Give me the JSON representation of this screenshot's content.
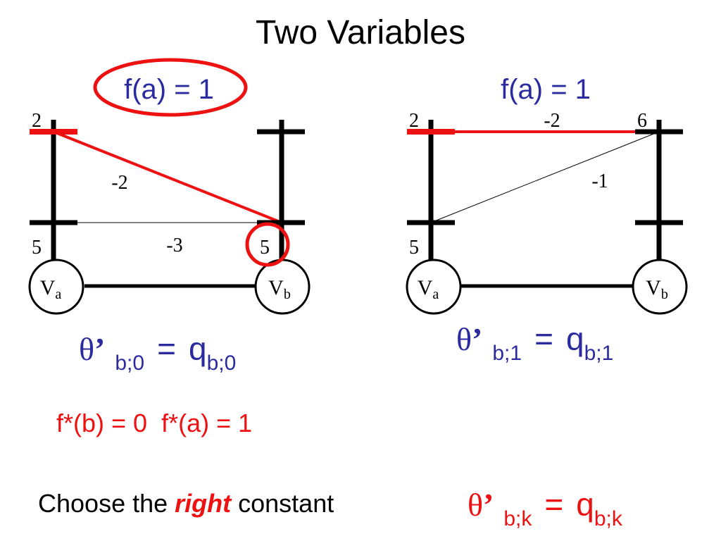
{
  "slide": {
    "title": "Two Variables",
    "left_panel": {
      "fa_label": "f(a) = 1",
      "var_a": {
        "base": "V",
        "sub": "a"
      },
      "var_b": {
        "base": "V",
        "sub": "b"
      },
      "a_top_value": "2",
      "a_bottom_value": "5",
      "b_bottom_value": "5",
      "edge_diag_label": "-2",
      "edge_flat_label": "-3",
      "equation": {
        "theta": "θ",
        "prime": "’",
        "lhs_sub": "b;0",
        "eq": "=",
        "q": "q",
        "rhs_sub": "b;0"
      },
      "fstar_label": "f*(b) = 0  f*(a) = 1"
    },
    "right_panel": {
      "fa_label": "f(a) = 1",
      "var_a": {
        "base": "V",
        "sub": "a"
      },
      "var_b": {
        "base": "V",
        "sub": "b"
      },
      "a_top_value": "2",
      "a_bottom_value": "5",
      "b_top_value": "6",
      "edge_top_label": "-2",
      "edge_diag_label": "-1",
      "equation": {
        "theta": "θ",
        "prime": "’",
        "lhs_sub": "b;1",
        "eq": "=",
        "q": "q",
        "rhs_sub": "b;1"
      }
    },
    "footer": {
      "text_before": "Choose the ",
      "text_emph": "right",
      "text_after": " constant",
      "equation": {
        "theta": "θ",
        "prime": "’",
        "lhs_sub": "b;k",
        "eq": "=",
        "q": "q",
        "rhs_sub": "b;k"
      }
    },
    "colors": {
      "accent_red": "#ee1111",
      "accent_blue": "#2b2ba0",
      "ink": "#000000"
    }
  }
}
